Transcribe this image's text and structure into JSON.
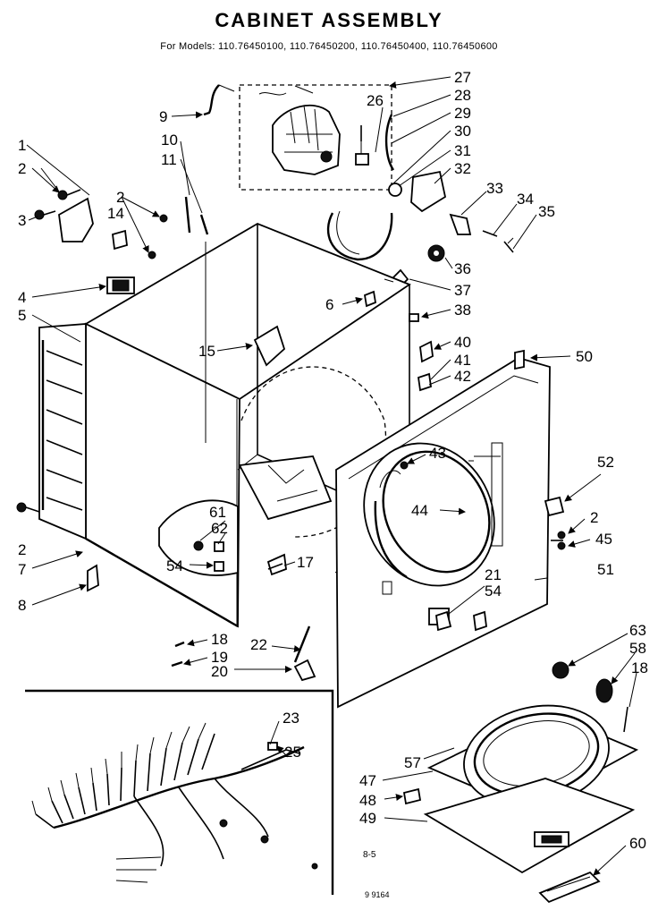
{
  "title": "CABINET ASSEMBLY",
  "subtitle": "For Models: 110.76450100, 110.76450200, 110.76450400, 110.76450600",
  "footer": {
    "page_code": "8-5",
    "ref_code": "9 9164"
  },
  "callouts": {
    "c1": "1",
    "c2a": "2",
    "c2b": "2",
    "c2c": "2",
    "c2d": "2",
    "c3": "3",
    "c4": "4",
    "c5": "5",
    "c6": "6",
    "c7": "7",
    "c8": "8",
    "c9": "9",
    "c10": "10",
    "c11": "11",
    "c14": "14",
    "c15": "15",
    "c17": "17",
    "c18a": "18",
    "c18b": "18",
    "c19": "19",
    "c20": "20",
    "c21": "21",
    "c22": "22",
    "c23": "23",
    "c25": "25",
    "c26": "26",
    "c27": "27",
    "c28": "28",
    "c29": "29",
    "c30": "30",
    "c31": "31",
    "c32": "32",
    "c33": "33",
    "c34": "34",
    "c35": "35",
    "c36": "36",
    "c37": "37",
    "c38": "38",
    "c40": "40",
    "c41": "41",
    "c42": "42",
    "c43": "43",
    "c44": "44",
    "c45": "45",
    "c47": "47",
    "c48": "48",
    "c49": "49",
    "c50": "50",
    "c51": "51",
    "c52": "52",
    "c54a": "54",
    "c54b": "54",
    "c57": "57",
    "c58": "58",
    "c60": "60",
    "c61": "61",
    "c62": "62",
    "c63": "63"
  }
}
